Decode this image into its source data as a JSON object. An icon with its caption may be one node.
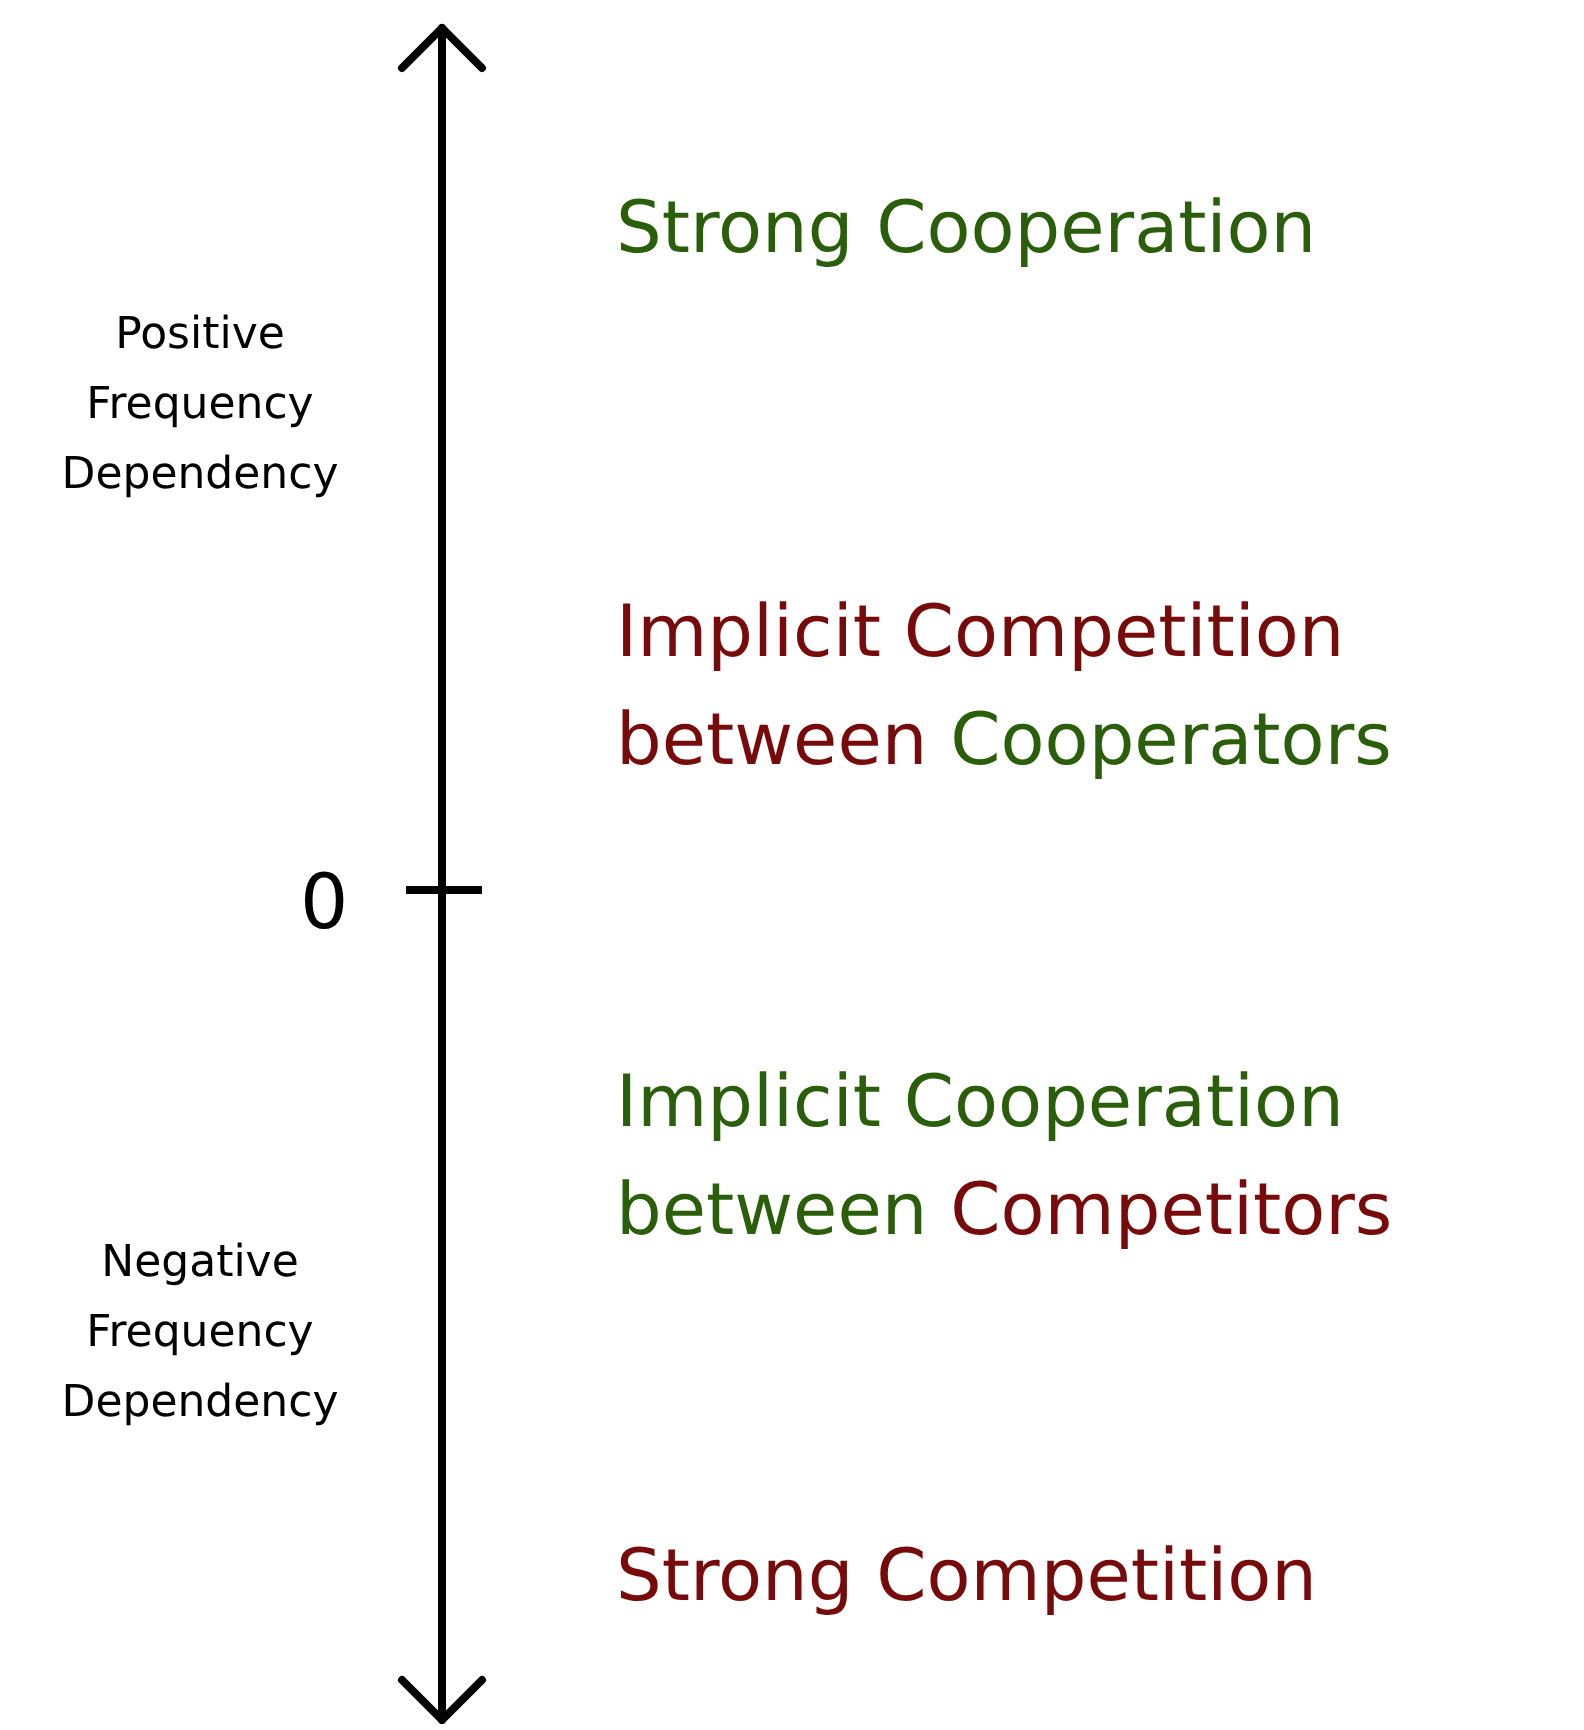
{
  "diagram": {
    "labels": [
      "Strong Cooperation",
      "Positive Frequency Dependency",
      "Implicit Competition between",
      "Cooperators",
      "0",
      "Implicit Cooperation between",
      "Competitors",
      "Negative Frequency Dependency",
      "Strong Competition"
    ]
  }
}
